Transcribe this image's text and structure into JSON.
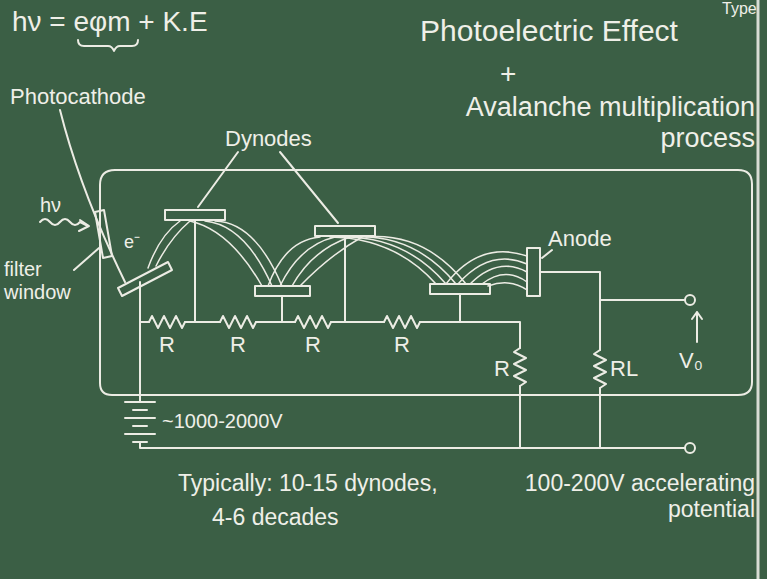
{
  "diagram": {
    "labels": [
      "hν = eφm + K.E",
      "Type",
      "Photoelectric Effect",
      "+",
      "Avalanche multiplication process",
      "Photocathode",
      "Dynodes",
      "Anode",
      "hν",
      "e⁻",
      "filter window",
      "R",
      "R",
      "R",
      "R",
      "R",
      "RL",
      "V₀",
      "~1000-2000V",
      "Typically: 10-15 dynodes,",
      "4-6 decades",
      "100-200V accelerating potential"
    ]
  }
}
